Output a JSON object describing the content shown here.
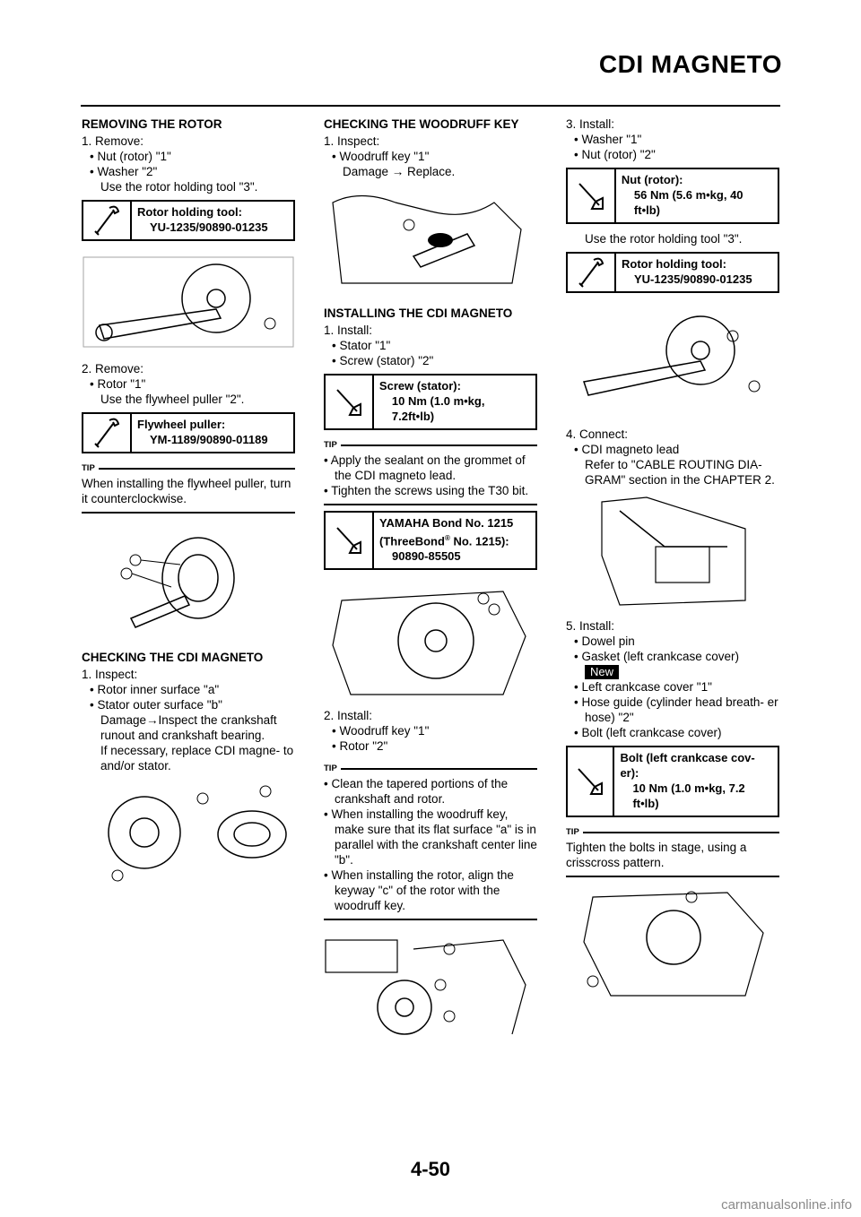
{
  "header": {
    "title": "CDI MAGNETO"
  },
  "col1": {
    "h1": "REMOVING THE ROTOR",
    "s1": "1.  Remove:",
    "s1a": "• Nut (rotor) \"1\"",
    "s1b": "• Washer \"2\"",
    "s1c": "Use the rotor holding tool \"3\".",
    "spec1_t": "Rotor holding tool:",
    "spec1_v": "YU-1235/90890-01235",
    "s2": "2.  Remove:",
    "s2a": "• Rotor \"1\"",
    "s2b": "Use the flywheel puller \"2\".",
    "spec2_t": "Flywheel puller:",
    "spec2_v": "YM-1189/90890-01189",
    "tip_label": "TIP",
    "tip1": "When installing the flywheel puller, turn it counterclockwise.",
    "h2": "CHECKING THE CDI MAGNETO",
    "s3": "1.  Inspect:",
    "s3a": "• Rotor inner surface \"a\"",
    "s3b": "• Stator outer surface \"b\"",
    "s3c": "Damage→Inspect the crankshaft runout and crankshaft bearing.",
    "s3d": "If necessary, replace CDI magne- to and/or stator."
  },
  "col2": {
    "h1": "CHECKING THE WOODRUFF KEY",
    "s1": "1.  Inspect:",
    "s1a": "• Woodruff key \"1\"",
    "s1b": "Damage → Replace.",
    "h2": "INSTALLING THE CDI MAGNETO",
    "s2": "1.  Install:",
    "s2a": "• Stator \"1\"",
    "s2b": "• Screw (stator) \"2\"",
    "spec1_t": "Screw (stator):",
    "spec1_v": "10 Nm (1.0 m•kg, 7.2ft•lb)",
    "tip_label": "TIP",
    "tip1a": "• Apply the sealant on the grommet of the CDI magneto lead.",
    "tip1b": "• Tighten the screws using the T30 bit.",
    "spec2_t": "YAMAHA Bond No. 1215",
    "spec2_t2a": "(ThreeBond",
    "spec2_reg": "®",
    "spec2_t2b": " No. 1215):",
    "spec2_v": "90890-85505",
    "s3": "2.  Install:",
    "s3a": "• Woodruff key \"1\"",
    "s3b": "• Rotor \"2\"",
    "tip2a": "• Clean the tapered portions of the crankshaft and rotor.",
    "tip2b": "• When installing the woodruff key, make sure that its flat surface \"a\" is in parallel with the crankshaft center line \"b\".",
    "tip2c": "• When installing the rotor, align the keyway \"c\" of the rotor with the woodruff key."
  },
  "col3": {
    "s1": "3.  Install:",
    "s1a": "• Washer \"1\"",
    "s1b": "• Nut (rotor) \"2\"",
    "spec1_t": "Nut (rotor):",
    "spec1_v": "56 Nm (5.6 m•kg, 40 ft•lb)",
    "s1c": "Use the rotor holding tool \"3\".",
    "spec2_t": "Rotor holding tool:",
    "spec2_v": "YU-1235/90890-01235",
    "s2": "4.  Connect:",
    "s2a": "• CDI magneto lead",
    "s2b": "Refer to \"CABLE ROUTING DIA- GRAM\" section in the CHAPTER 2.",
    "s3": "5.  Install:",
    "s3a": "• Dowel pin",
    "s3b": "• Gasket (left crankcase cover)",
    "new": "New",
    "s3c": "• Left crankcase cover \"1\"",
    "s3d": "• Hose guide (cylinder head breath- er hose)  \"2\"",
    "s3e": "• Bolt (left crankcase cover)",
    "spec3_t": "Bolt (left crankcase cov- er):",
    "spec3_v": "10 Nm (1.0 m•kg, 7.2 ft•lb)",
    "tip_label": "TIP",
    "tip1": "Tighten the bolts in stage, using a crisscross pattern."
  },
  "footer": {
    "page": "4-50",
    "watermark": "carmanualsonline.info"
  }
}
